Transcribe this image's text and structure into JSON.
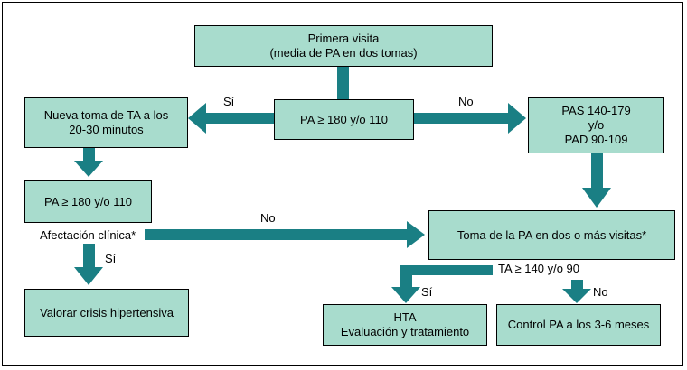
{
  "colors": {
    "box_fill": "#a8dccd",
    "arrow_fill": "#1a7f84",
    "border": "#000000"
  },
  "nodes": {
    "primera_visita": {
      "line1": "Primera visita",
      "line2": "(media de PA en dos tomas)"
    },
    "pa_180_top": {
      "text": "PA ≥ 180 y/o 110"
    },
    "nueva_toma": {
      "line1": "Nueva toma de TA a los",
      "line2": "20-30 minutos"
    },
    "pas_pad": {
      "line1": "PAS 140-179",
      "line2": "y/o",
      "line3": "PAD 90-109"
    },
    "pa_180_left": {
      "text": "PA ≥ 180 y/o 110"
    },
    "toma_visitas": {
      "text": "Toma de la PA en dos o más visitas*"
    },
    "valorar_crisis": {
      "text": "Valorar crisis hipertensiva"
    },
    "hta": {
      "line1": "HTA",
      "line2": "Evaluación y tratamiento"
    },
    "control": {
      "text": "Control PA a los 3-6 meses"
    }
  },
  "labels": {
    "si_top": "Sí",
    "no_top": "No",
    "no_middle": "No",
    "afectacion": "Afectación clínica*",
    "si_left": "Sí",
    "ta_140": "TA ≥ 140 y/o 90",
    "si_bottom": "Sí",
    "no_bottom": "No"
  }
}
